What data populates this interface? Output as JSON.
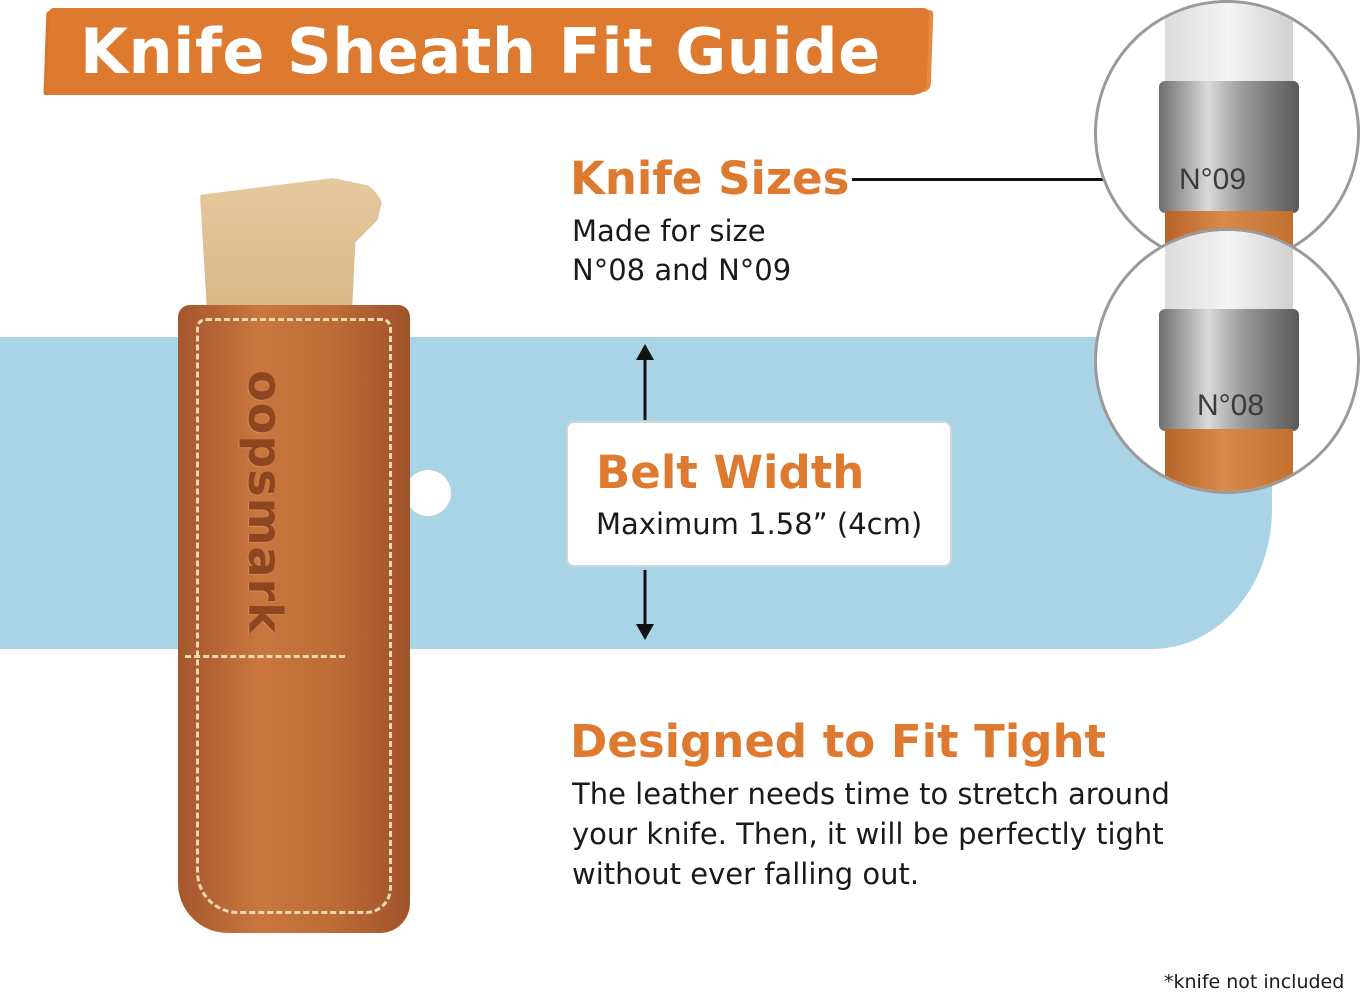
{
  "title": "Knife Sheath Fit Guide",
  "brand": "oopsmark",
  "knife_sizes": {
    "heading": "Knife Sizes",
    "line1": "Made for size",
    "line2": "N°08 and N°09"
  },
  "belt_width": {
    "heading": "Belt Width",
    "text": "Maximum 1.58” (4cm)"
  },
  "fit": {
    "heading": "Designed to Fit Tight",
    "lines": [
      "The leather needs time to stretch around",
      "your knife. Then, it will be perfectly tight",
      "without ever falling out."
    ]
  },
  "zoom": {
    "top_engraving": "N°09",
    "bottom_engraving": "N°08"
  },
  "footnote": "*knife not included",
  "colors": {
    "accent_orange": "#de7a2f",
    "belt_blue": "#a8d4e6",
    "leather_brown": "#c9773f"
  }
}
